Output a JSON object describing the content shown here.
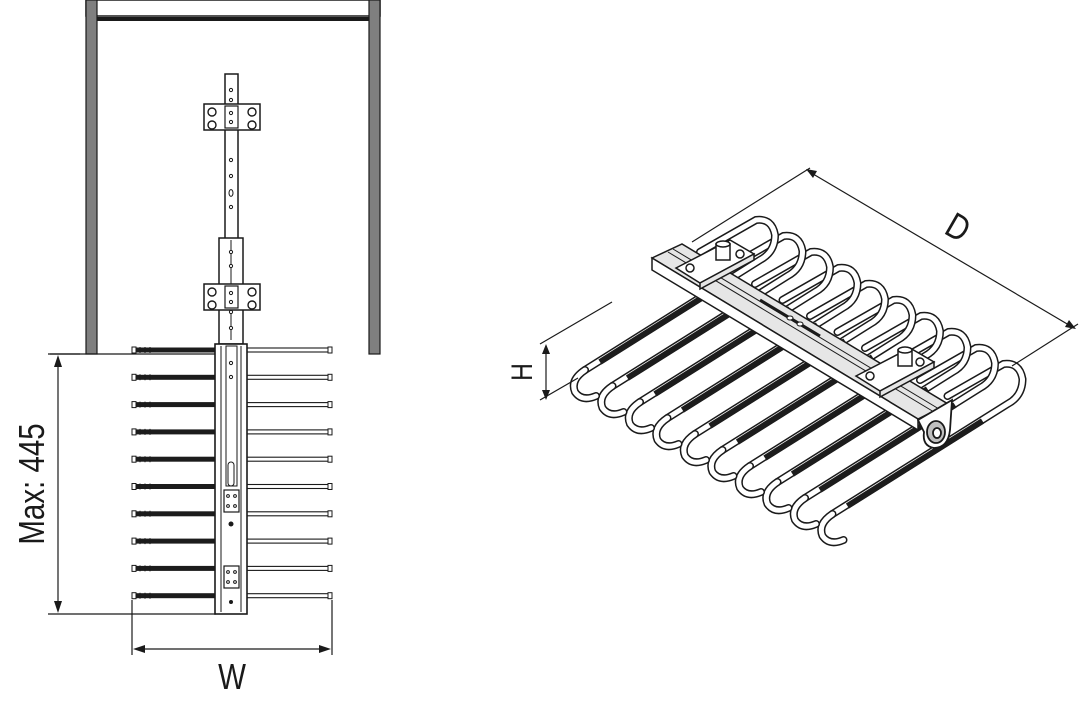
{
  "diagram": {
    "labels": {
      "depth": "D",
      "height": "H",
      "width": "W",
      "max_extension": "Max: 445"
    },
    "colors": {
      "line": "#1a1a1a",
      "cabinet_wall": "#7f7f7f",
      "rubber": "#1c1c1c",
      "metal": "#ffffff",
      "rail": "#e6e6e6"
    },
    "front_view": {
      "hanger_rod_count": 10
    },
    "iso_view": {
      "hook_count": 10
    }
  }
}
